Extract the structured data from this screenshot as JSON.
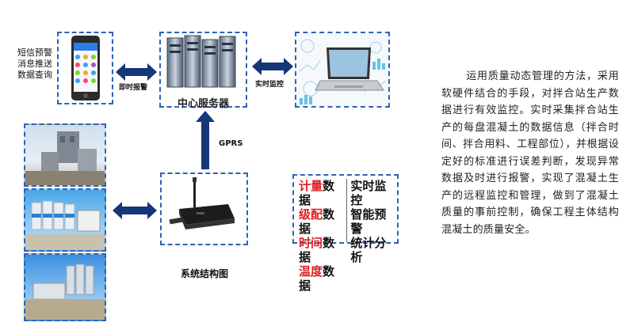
{
  "phone_labels": [
    "短信预警",
    "消息推送",
    "数据查询"
  ],
  "server_label": "中心服务器",
  "arrow_left_label": "即时报警",
  "arrow_right_label": "实时监控",
  "gprs_label": "GPRS",
  "system_caption": "系统结构图",
  "data_items": [
    {
      "red": "计量",
      "rest": "数据"
    },
    {
      "red": "级配",
      "rest": "数据"
    },
    {
      "red": "时间",
      "rest": "数据"
    },
    {
      "red": "温度",
      "rest": "数据"
    }
  ],
  "functions": [
    "实时监控",
    "智能预警",
    "统计分析"
  ],
  "description": "运用质量动态管理的方法，采用软硬件结合的手段，对拌合站生产数据进行有效监控。实时采集拌合站生产的每盘混凝土的数据信息（拌合时间、拌合用料、工程部位），并根据设定好的标准进行误差判断，发现异常数据及时进行报警，实现了混凝土生产的远程监控和管理，做到了混凝土质量的事前控制，确保工程主体结构混凝土的质量安全。",
  "colors": {
    "dashed_border": "#2f63b5",
    "arrow": "#16367a",
    "red_text": "#e02020"
  }
}
